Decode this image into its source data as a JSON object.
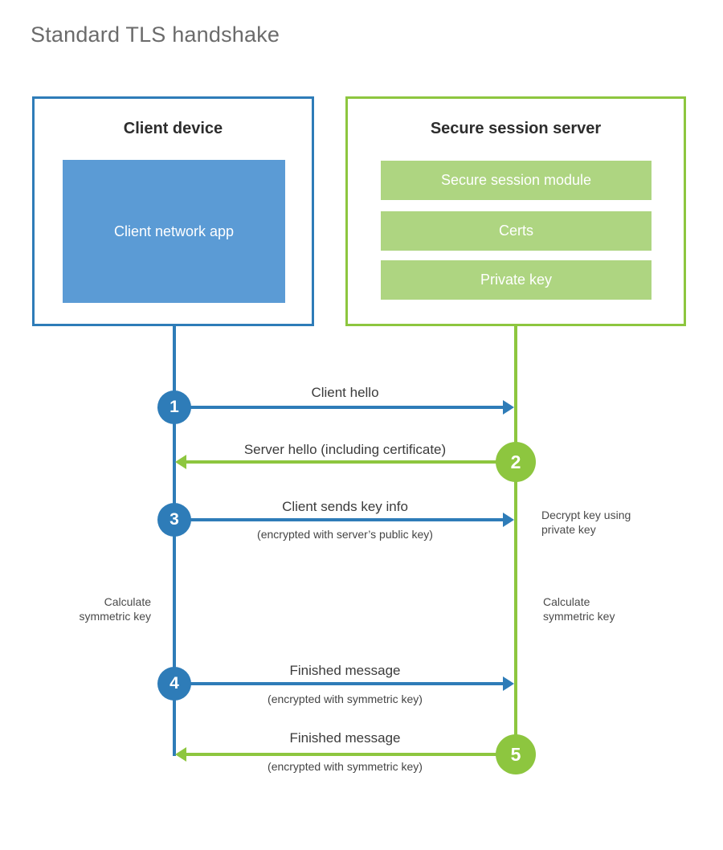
{
  "title": "Standard TLS handshake",
  "colors": {
    "client_accent": "#2e7cb8",
    "server_accent": "#8dc63f",
    "client_app_fill": "#5b9bd5",
    "server_module_fill": "#aed581",
    "title_text": "#6b6b6b"
  },
  "parties": {
    "client": {
      "title": "Client device",
      "modules": [
        {
          "label": "Client network app"
        }
      ]
    },
    "server": {
      "title": "Secure session server",
      "modules": [
        {
          "label": "Secure session module"
        },
        {
          "label": "Certs"
        },
        {
          "label": "Private key"
        }
      ]
    }
  },
  "steps": [
    {
      "number": "1",
      "label": "Client hello",
      "sublabel": "",
      "direction": "client-to-server",
      "color": "#2e7cb8"
    },
    {
      "number": "2",
      "label": "Server hello (including certificate)",
      "sublabel": "",
      "direction": "server-to-client",
      "color": "#8dc63f"
    },
    {
      "number": "3",
      "label": "Client sends key info",
      "sublabel": "(encrypted with server’s public key)",
      "direction": "client-to-server",
      "color": "#2e7cb8"
    },
    {
      "number": "4",
      "label": "Finished message",
      "sublabel": "(encrypted with symmetric key)",
      "direction": "client-to-server",
      "color": "#2e7cb8"
    },
    {
      "number": "5",
      "label": "Finished message",
      "sublabel": "(encrypted with symmetric key)",
      "direction": "server-to-client",
      "color": "#8dc63f"
    }
  ],
  "annotations": {
    "decrypt_key": "Decrypt key using\nprivate key",
    "decrypt_key_line1": "Decrypt key using",
    "decrypt_key_line2": "private key",
    "client_calculate_line1": "Calculate",
    "client_calculate_line2": "symmetric key",
    "server_calculate_line1": "Calculate",
    "server_calculate_line2": "symmetric key"
  }
}
